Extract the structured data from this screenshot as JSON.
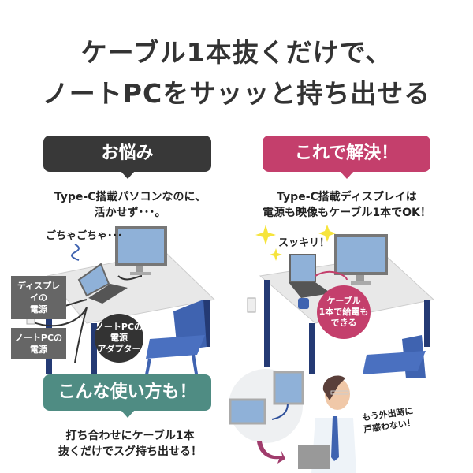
{
  "headline": {
    "line1": "ケーブル1本抜くだけで、",
    "line2": "ノートPCをサッッと持ち出せる"
  },
  "problem": {
    "badge": "お悩み",
    "desc_line1": "Type-C搭載パソコンなのに、",
    "desc_line2": "活かせず･･･。",
    "messy_text": "ごちゃごちゃ･･･",
    "label_display_power_1": "ディスプレイの",
    "label_display_power_2": "電源",
    "label_pc_power_1": "ノートPCの",
    "label_pc_power_2": "電源",
    "adapter_1": "ノートPCの",
    "adapter_2": "電源",
    "adapter_3": "アダプター"
  },
  "solution": {
    "badge": "これで解決！",
    "desc_line1": "Type-C搭載ディスプレイは",
    "desc_line2": "電源も映像もケーブル1本でOK！",
    "clean_text": "スッキリ！",
    "circle_1": "ケーブル",
    "circle_2": "1本で給電も",
    "circle_3": "できる"
  },
  "usage": {
    "badge": "こんな使い方も！",
    "desc_line1": "打ち合わせにケーブル1本",
    "desc_line2": "抜くだけでスグ持ち出せる！",
    "person_text_1": "もう外出時に",
    "person_text_2": "戸惑わない！"
  },
  "colors": {
    "dark": "#383838",
    "pink": "#c43f6c",
    "teal": "#4f8c83",
    "desk": "#e8e8e8",
    "chair": "#3f63b0"
  }
}
